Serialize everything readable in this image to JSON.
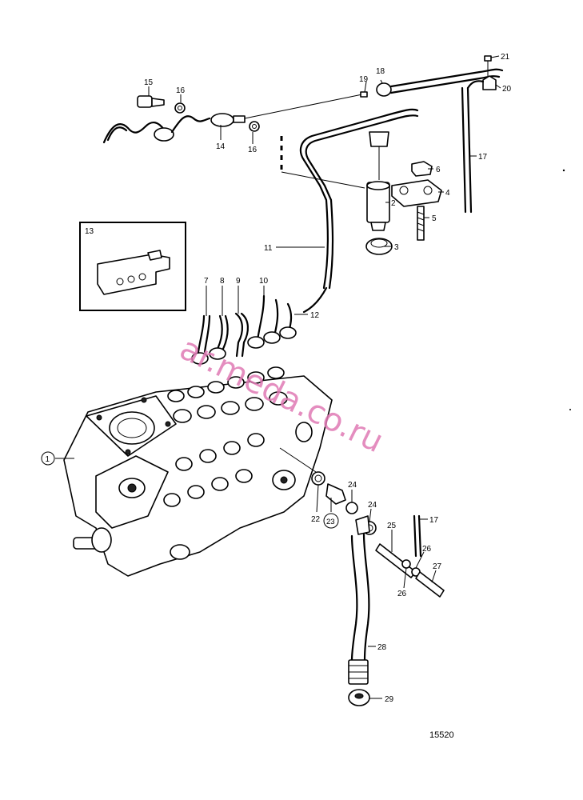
{
  "diagram": {
    "callouts": [
      {
        "id": "1",
        "text": "1"
      },
      {
        "id": "2",
        "text": "2"
      },
      {
        "id": "3",
        "text": "3"
      },
      {
        "id": "4",
        "text": "4"
      },
      {
        "id": "5",
        "text": "5"
      },
      {
        "id": "6",
        "text": "6"
      },
      {
        "id": "7",
        "text": "7"
      },
      {
        "id": "8",
        "text": "8"
      },
      {
        "id": "9",
        "text": "9"
      },
      {
        "id": "10",
        "text": "10"
      },
      {
        "id": "11",
        "text": "11"
      },
      {
        "id": "12",
        "text": "12"
      },
      {
        "id": "13",
        "text": "13"
      },
      {
        "id": "14",
        "text": "14"
      },
      {
        "id": "15",
        "text": "15"
      },
      {
        "id": "16a",
        "text": "16"
      },
      {
        "id": "16b",
        "text": "16"
      },
      {
        "id": "17a",
        "text": "17"
      },
      {
        "id": "17b",
        "text": "17"
      },
      {
        "id": "18",
        "text": "18"
      },
      {
        "id": "19",
        "text": "19"
      },
      {
        "id": "20",
        "text": "20"
      },
      {
        "id": "21",
        "text": "21"
      },
      {
        "id": "22",
        "text": "22"
      },
      {
        "id": "23",
        "text": "23"
      },
      {
        "id": "24a",
        "text": "24"
      },
      {
        "id": "24b",
        "text": "24"
      },
      {
        "id": "25",
        "text": "25"
      },
      {
        "id": "26a",
        "text": "26"
      },
      {
        "id": "26b",
        "text": "26"
      },
      {
        "id": "27",
        "text": "27"
      },
      {
        "id": "28",
        "text": "28"
      },
      {
        "id": "29",
        "text": "29"
      }
    ],
    "reference_number": "15520",
    "watermark": "ar.meda.co.ru"
  }
}
